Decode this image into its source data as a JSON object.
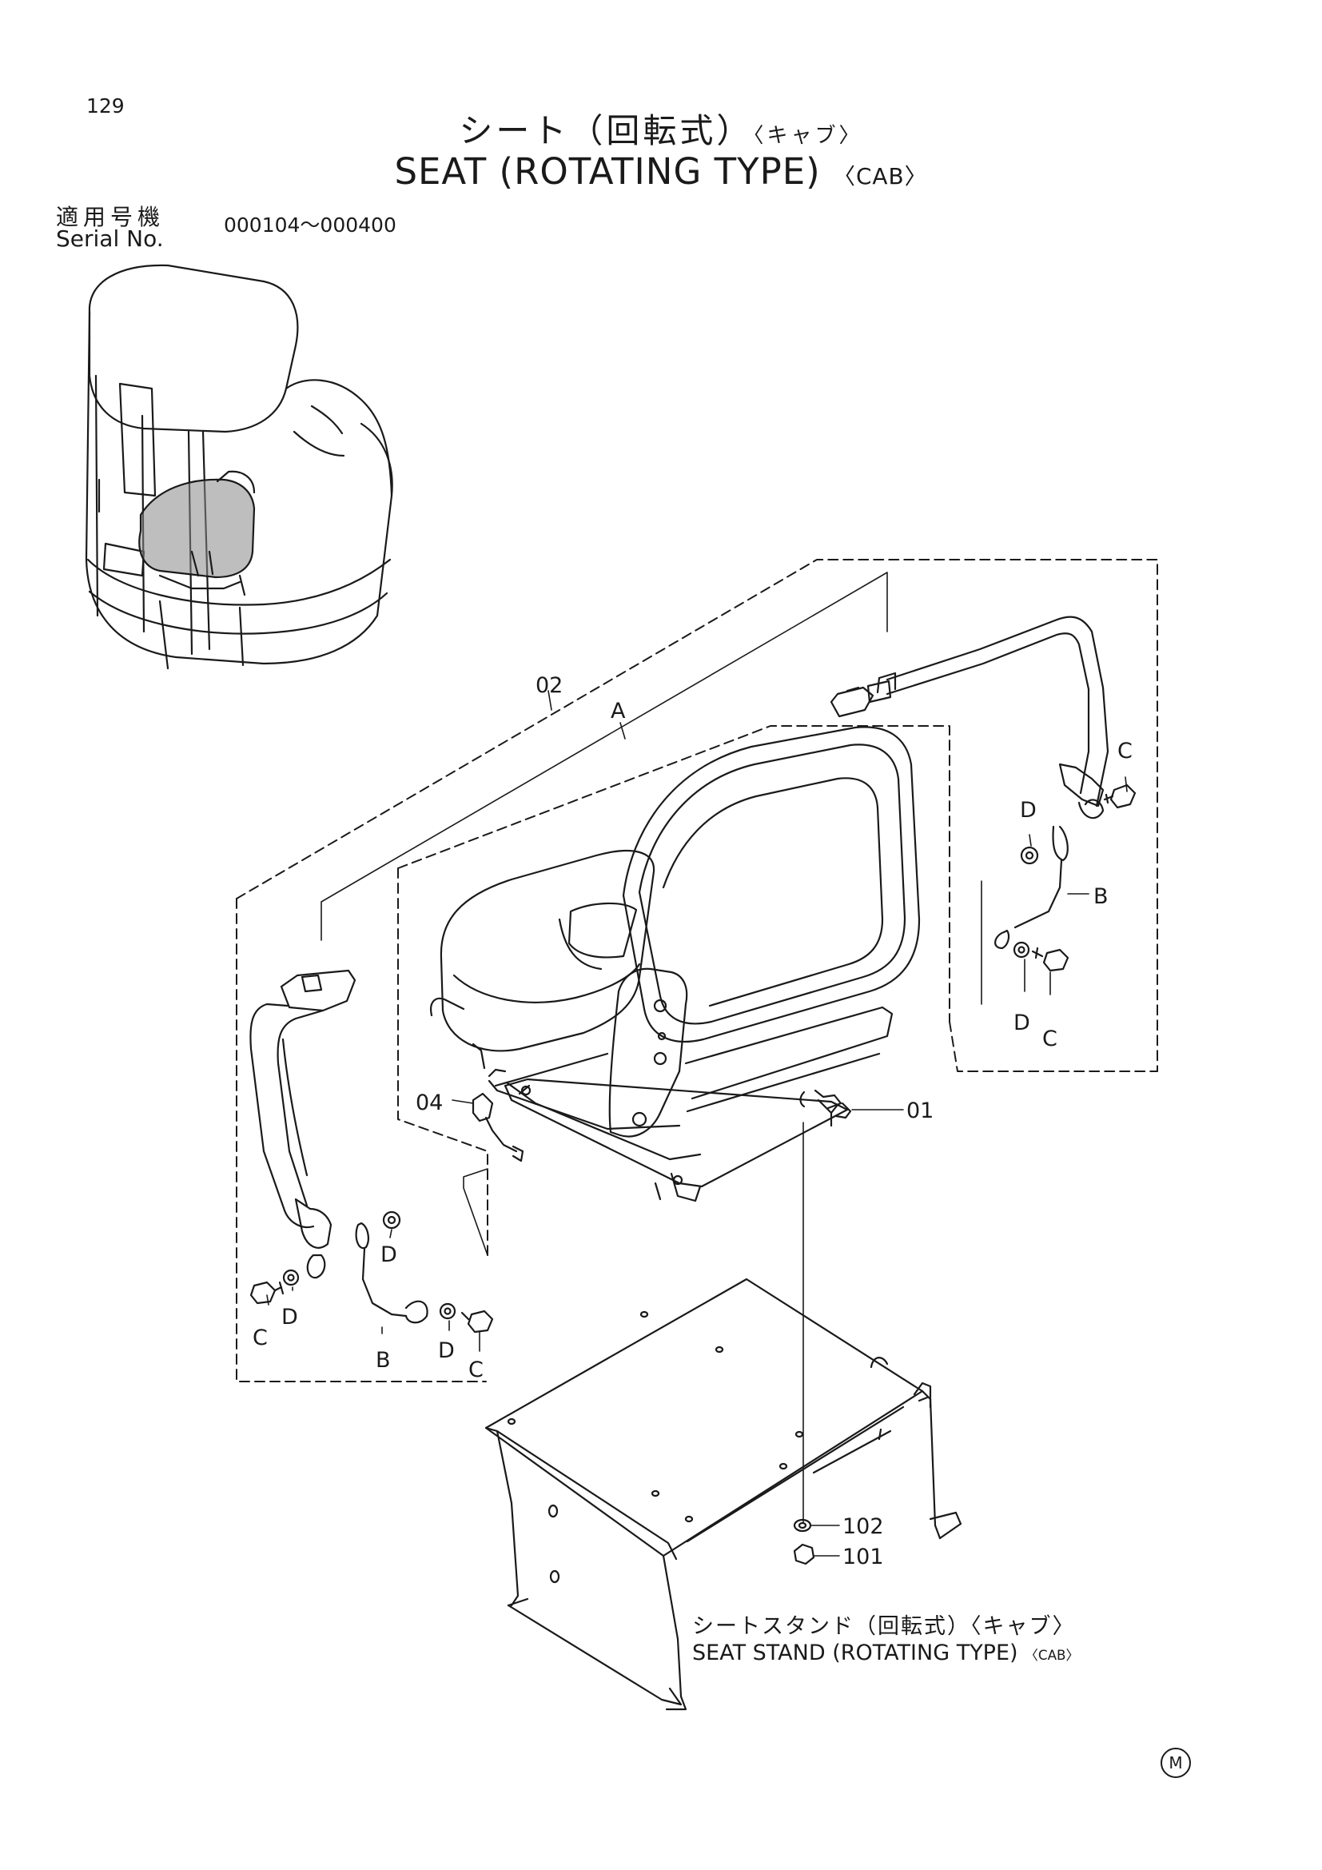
{
  "page_number": "129",
  "title": {
    "jp": "シート（回転式）",
    "jp_sub": "〈キャブ〉",
    "en": "SEAT (ROTATING TYPE)",
    "en_sub": "〈CAB〉"
  },
  "serial": {
    "label_jp": "適用号機",
    "label_en": "Serial No.",
    "range": "000104～000400"
  },
  "callouts": {
    "seat_assembly": "02",
    "belt_group": "A",
    "seat_slide_base": "01",
    "switch": "04",
    "belt_cable": "B",
    "bolt": "C",
    "washer": "D",
    "washer_stand": "102",
    "nut": "101"
  },
  "stand_caption": {
    "jp": "シートスタンド（回転式）〈キャブ〉",
    "en": "SEAT STAND (ROTATING TYPE)",
    "en_sub": "〈CAB〉"
  },
  "mark": "M"
}
